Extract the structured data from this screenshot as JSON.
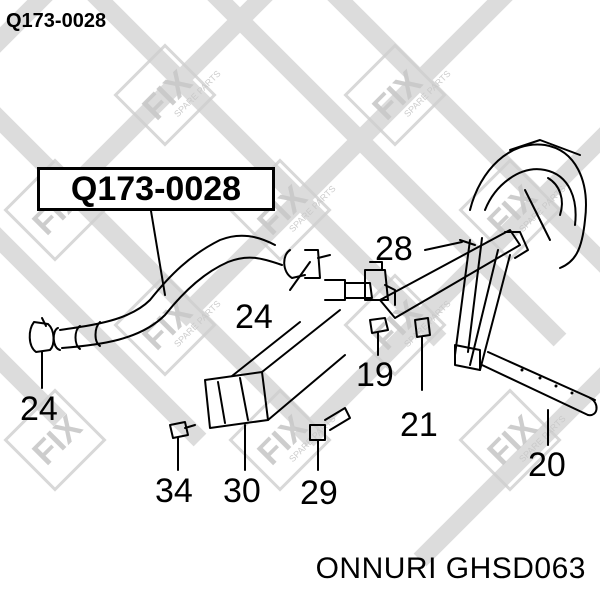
{
  "header": {
    "part_number": "Q173-0028"
  },
  "diagram": {
    "part_box_label": "Q173-0028",
    "callouts": [
      "24",
      "24",
      "28",
      "19",
      "21",
      "30",
      "34",
      "29",
      "20"
    ]
  },
  "watermark": {
    "brand": "FIX",
    "tagline": "SPARE PARTS"
  },
  "footer": {
    "brand_code": "ONNURI GHSD063"
  },
  "colors": {
    "watermark": "#d4d4d4",
    "line": "#000000",
    "background": "#ffffff"
  }
}
